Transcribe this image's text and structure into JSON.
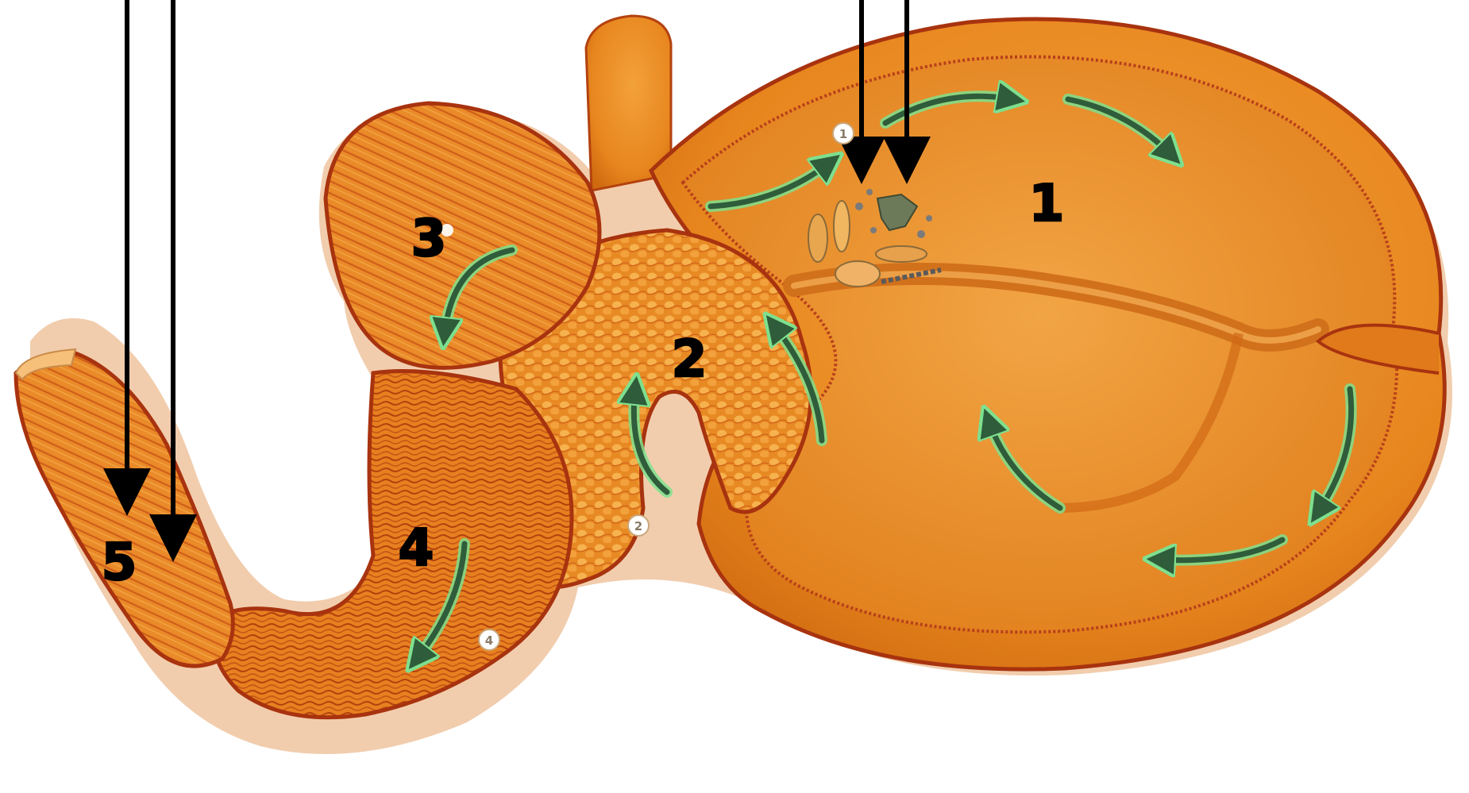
{
  "labels": {
    "rumen": "1",
    "reticulum": "2",
    "omasum": "3",
    "abomasum": "4",
    "duodenum": "5"
  },
  "small_markers": {
    "rumen": "1",
    "reticulum": "2",
    "abomasum": "4"
  },
  "colors": {
    "tissue": "#e98a1f",
    "tissue_dark": "#c9610d",
    "wall": "#b4321a",
    "flow_arrow": "#2f5c3a",
    "flow_arrow_glow": "#7ee08e",
    "pointer_arrow": "#000000"
  },
  "icons": [
    "pointer-arrow",
    "flow-arrow",
    "microorganism-cluster"
  ]
}
